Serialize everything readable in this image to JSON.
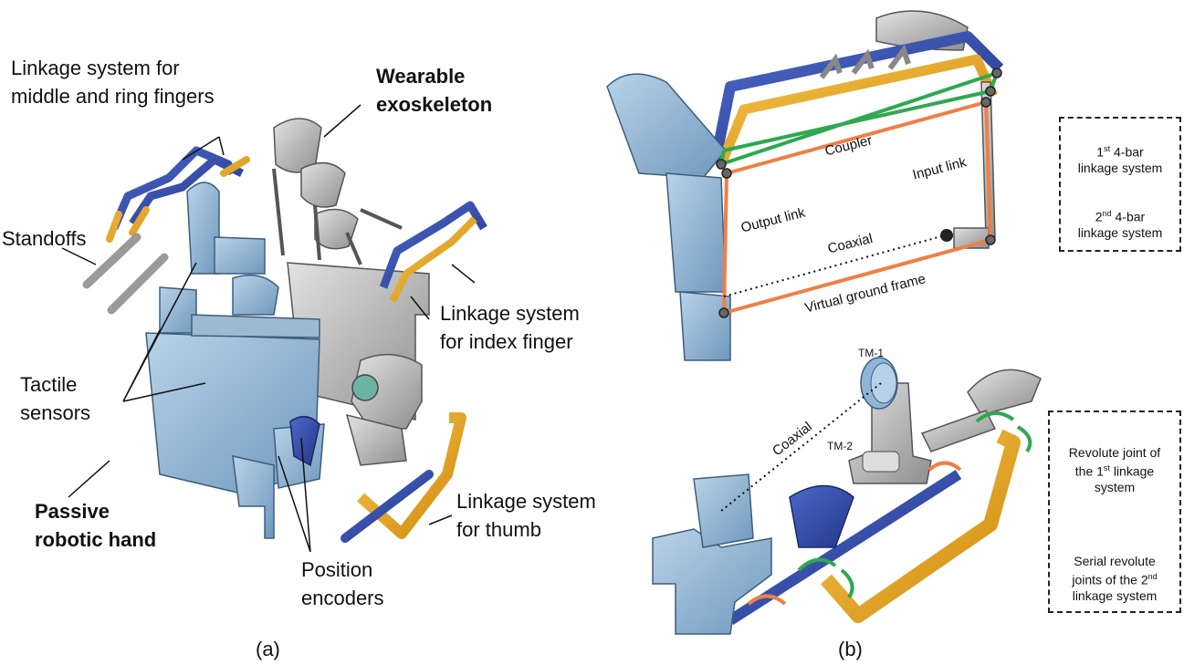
{
  "panel_a": {
    "caption": "(a)",
    "labels": {
      "linkage_middle_ring_1": "Linkage system for",
      "linkage_middle_ring_2": "middle and ring fingers",
      "wearable_1": "Wearable",
      "wearable_2": "exoskeleton",
      "standoffs": "Standoffs",
      "linkage_index_1": "Linkage system",
      "linkage_index_2": "for index finger",
      "tactile_1": "Tactile",
      "tactile_2": "sensors",
      "passive_1": "Passive",
      "passive_2": "robotic hand",
      "linkage_thumb_1": "Linkage system",
      "linkage_thumb_2": "for thumb",
      "encoders_1": "Position",
      "encoders_2": "encoders"
    }
  },
  "panel_b": {
    "caption": "(b)",
    "labels": {
      "coupler": "Coupler",
      "input_link": "Input link",
      "output_link": "Output link",
      "coaxial_top": "Coaxial",
      "virtual_ground": "Virtual ground frame",
      "coaxial_bottom": "Coaxial",
      "tm1": "TM-1",
      "tm2": "TM-2"
    },
    "legend_top": {
      "item1_line1_pre": "1",
      "item1_sup": "st",
      "item1_line1_post": " 4-bar",
      "item1_line2": "linkage system",
      "item2_line1_pre": "2",
      "item2_sup": "nd",
      "item2_line1_post": " 4-bar",
      "item2_line2": "linkage system"
    },
    "legend_bottom": {
      "item1_line1": "Revolute joint of",
      "item1_line2_pre": "the 1",
      "item1_sup": "st",
      "item1_line2_post": " linkage",
      "item1_line3": "system",
      "item2_line1": "Serial revolute",
      "item2_line2_pre": "joints of the 2",
      "item2_sup": "nd",
      "item2_line3": "linkage system"
    }
  },
  "colors": {
    "orange_link": "#ee7f45",
    "green_link": "#2fa84f",
    "blue_part": "#2f4aa8",
    "gold_part": "#e8a41e",
    "light_blue_part": "#8fb6d6",
    "grey_part": "#a9a9a9"
  }
}
